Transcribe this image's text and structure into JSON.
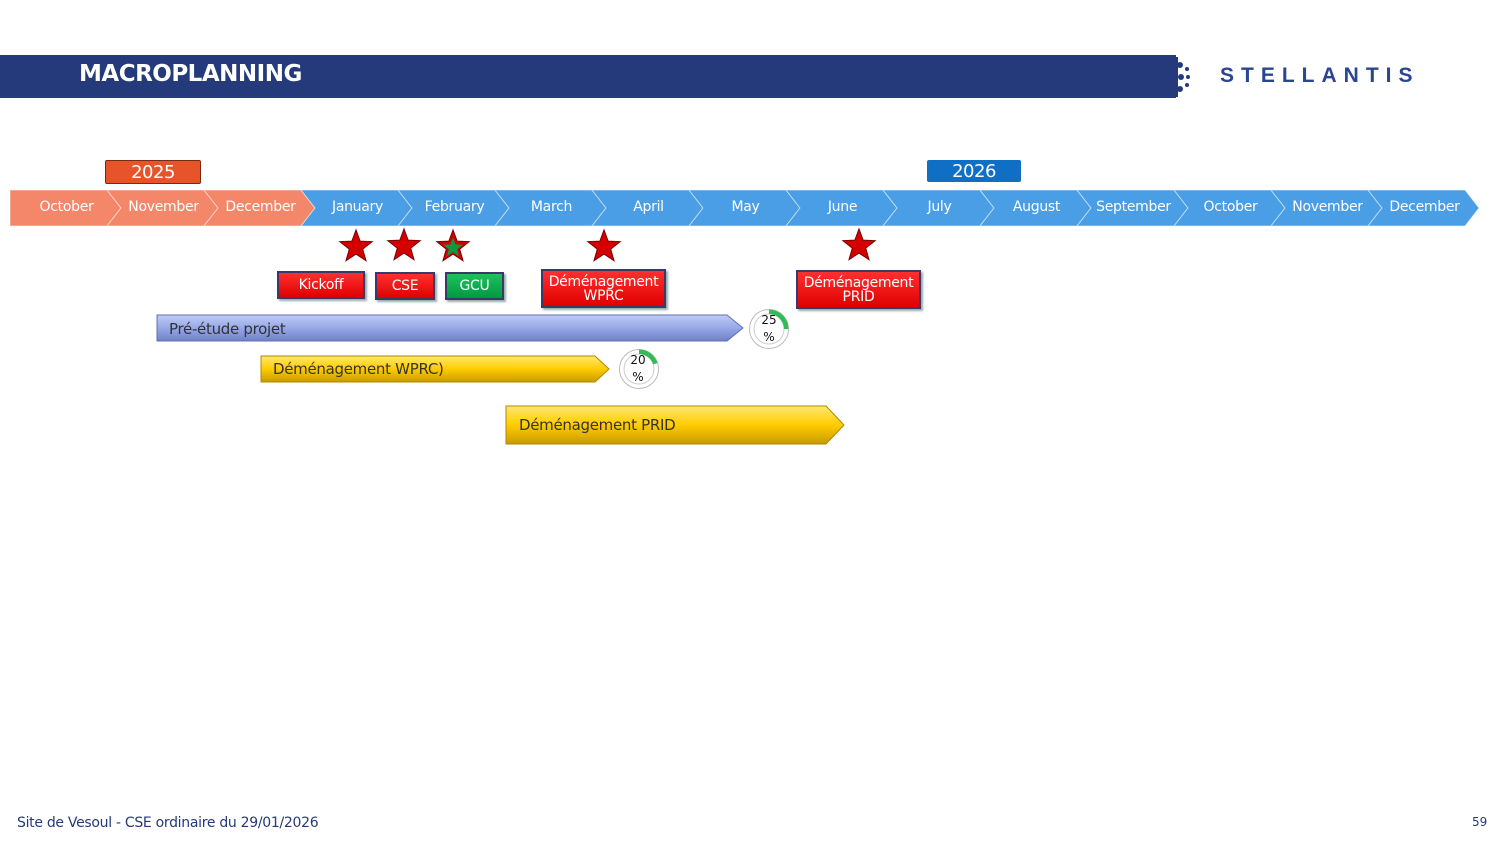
{
  "header": {
    "title": "MACROPLANNING",
    "logo_text": "STELLANTIS"
  },
  "years": [
    "2025",
    "2026"
  ],
  "months": [
    {
      "label": "October",
      "year": "2025"
    },
    {
      "label": "November",
      "year": "2025"
    },
    {
      "label": "December",
      "year": "2025"
    },
    {
      "label": "January",
      "year": "2026"
    },
    {
      "label": "February",
      "year": "2026"
    },
    {
      "label": "March",
      "year": "2026"
    },
    {
      "label": "April",
      "year": "2026"
    },
    {
      "label": "May",
      "year": "2026"
    },
    {
      "label": "June",
      "year": "2026"
    },
    {
      "label": "July",
      "year": "2026"
    },
    {
      "label": "August",
      "year": "2026"
    },
    {
      "label": "September",
      "year": "2026"
    },
    {
      "label": "October",
      "year": "2026"
    },
    {
      "label": "November",
      "year": "2026"
    },
    {
      "label": "December",
      "year": "2026"
    }
  ],
  "milestones": [
    {
      "label": "Kickoff",
      "color": "#ff0000"
    },
    {
      "label": "CSE",
      "color": "#ff0000"
    },
    {
      "label": "GCU",
      "color": "#00a850"
    },
    {
      "label": "Déménagement WPRC",
      "line1": "Déménagement",
      "line2": "WPRC",
      "color": "#ff0000"
    },
    {
      "label": "Déménagement PRID",
      "line1": "Déménagement",
      "line2": "PRID",
      "color": "#ff0000"
    }
  ],
  "tasks": [
    {
      "label": "Pré-étude projet",
      "color": "#96a8e8",
      "progress": 25,
      "progress_num": "25",
      "progress_unit": "%"
    },
    {
      "label": "Déménagement WPRC)",
      "color": "#ffcc00",
      "progress": 20,
      "progress_num": "20",
      "progress_unit": "%"
    },
    {
      "label": "Déménagement PRID",
      "color": "#ffcc00"
    }
  ],
  "colors": {
    "header": "#243a7a",
    "past_month": "#f4876a",
    "future_month": "#4a9ee6"
  },
  "footer": {
    "text": "Site de Vesoul - CSE ordinaire du 29/01/2026",
    "page": "59"
  }
}
